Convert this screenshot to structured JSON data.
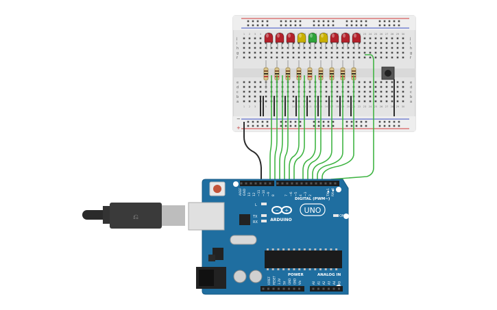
{
  "arduino": {
    "brand": "ARDUINO",
    "model": "UNO",
    "header_digital": "DIGITAL (PWM~)",
    "tx_rx_top": "TX▶1",
    "rx_top": "RX◀0",
    "aref": "AREF",
    "gnd": "GND",
    "on_label": "ON",
    "l_label": "L",
    "tx_label": "TX",
    "rx_label": "RX",
    "power_label": "POWER",
    "analog_label": "ANALOG IN",
    "power_pins": [
      "IOREF",
      "RESET",
      "3.3V",
      "5V",
      "GND",
      "GND",
      "Vin"
    ],
    "analog_pins": [
      "A0",
      "A1",
      "A2",
      "A3",
      "A4",
      "A5"
    ],
    "digital_pins": [
      "13",
      "12",
      "~11",
      "~10",
      "~9",
      "8",
      "7",
      "~6",
      "~5",
      "4",
      "~3",
      "2"
    ]
  },
  "breadboard": {
    "row_letters_top": [
      "j",
      "i",
      "h",
      "g",
      "f"
    ],
    "row_letters_bottom": [
      "e",
      "d",
      "c",
      "b",
      "a"
    ],
    "col_numbers": [
      "1",
      "2",
      "3",
      "4",
      "5",
      "6",
      "7",
      "8",
      "9",
      "10",
      "11",
      "12",
      "13",
      "14",
      "15",
      "16",
      "17",
      "18",
      "19",
      "20",
      "21",
      "22",
      "23",
      "24",
      "25",
      "26",
      "27",
      "28",
      "29",
      "30"
    ],
    "rail_minus": "−",
    "rail_plus": "+"
  },
  "leds": {
    "colors": [
      "#b3212b",
      "#b3212b",
      "#b3212b",
      "#c9b000",
      "#2fa33a",
      "#c9b000",
      "#b3212b",
      "#b3212b",
      "#b3212b"
    ]
  },
  "colors": {
    "board_blue": "#1f6ea0",
    "wire_green": "#3fb443",
    "wire_black": "#2a2a2a",
    "breadboard_bg": "#e6e6e6"
  }
}
